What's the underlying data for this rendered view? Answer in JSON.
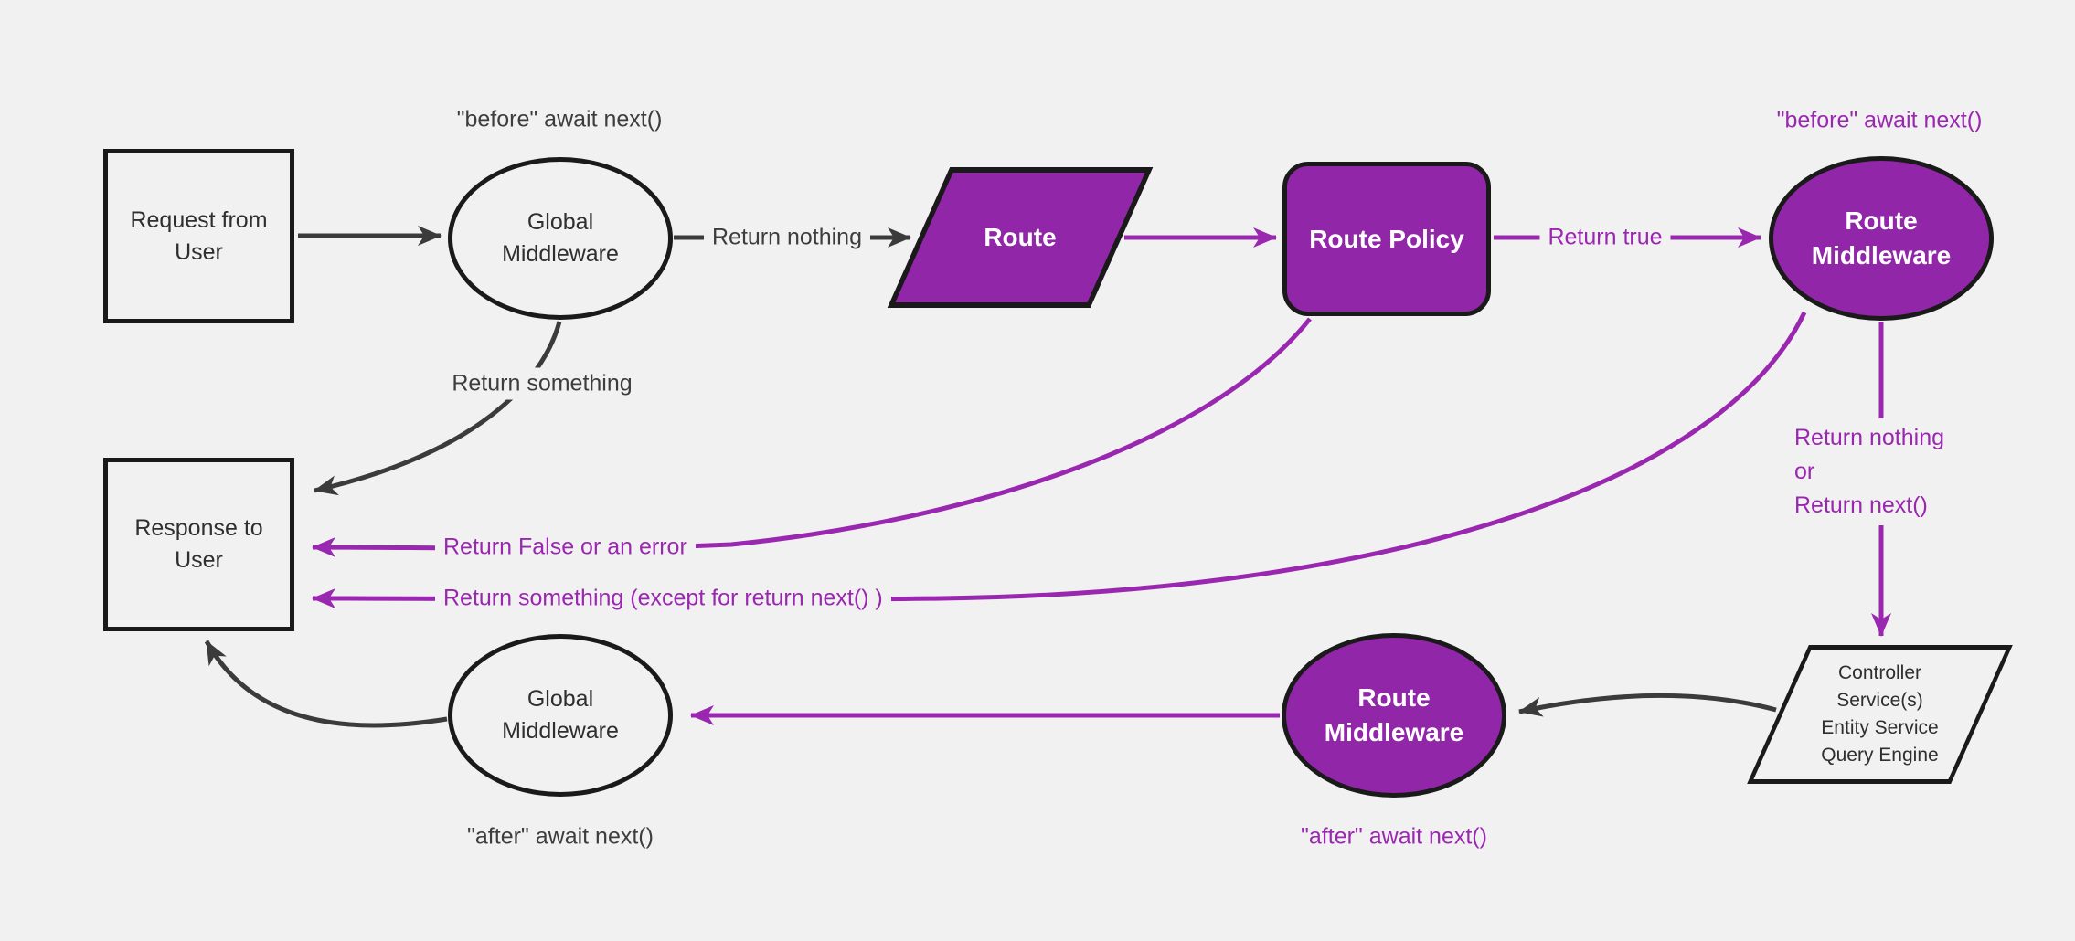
{
  "canvas": {
    "background_color": "#f1f1f1",
    "node_fill_purple": "#9127a8",
    "line_purple": "#9a27b0",
    "line_dark": "#3b3b3b",
    "shape_border": "#1a1a1a"
  },
  "nodes": {
    "request": {
      "shape": "rectangle",
      "label": "Request from User"
    },
    "global_middleware_top": {
      "shape": "ellipse",
      "label": "Global Middleware"
    },
    "route": {
      "shape": "parallelogram",
      "label": "Route"
    },
    "route_policy": {
      "shape": "rounded-rectangle",
      "label": "Route Policy"
    },
    "route_middleware_top": {
      "shape": "ellipse",
      "label": "Route Middleware"
    },
    "controller": {
      "shape": "parallelogram",
      "lines": [
        "Controller",
        "Service(s)",
        "Entity Service",
        "Query Engine"
      ]
    },
    "route_middleware_bottom": {
      "shape": "ellipse",
      "label": "Route Middleware"
    },
    "global_middleware_bottom": {
      "shape": "ellipse",
      "label": "Global Middleware"
    },
    "response": {
      "shape": "rectangle",
      "label": "Response to User"
    }
  },
  "edge_labels": {
    "before_await_global": "\"before\" await next()",
    "return_nothing": "Return nothing",
    "return_true": "Return true",
    "before_await_route": "\"before\" await next()",
    "return_nothing_or": {
      "line1": "Return nothing",
      "line2": "or",
      "line3": "Return next()"
    },
    "return_something": "Return something",
    "return_false_or_error": "Return False or an error",
    "return_something_except": "Return something (except for return next() )",
    "after_await_route": "\"after\" await next()",
    "after_await_global": "\"after\" await next()"
  }
}
